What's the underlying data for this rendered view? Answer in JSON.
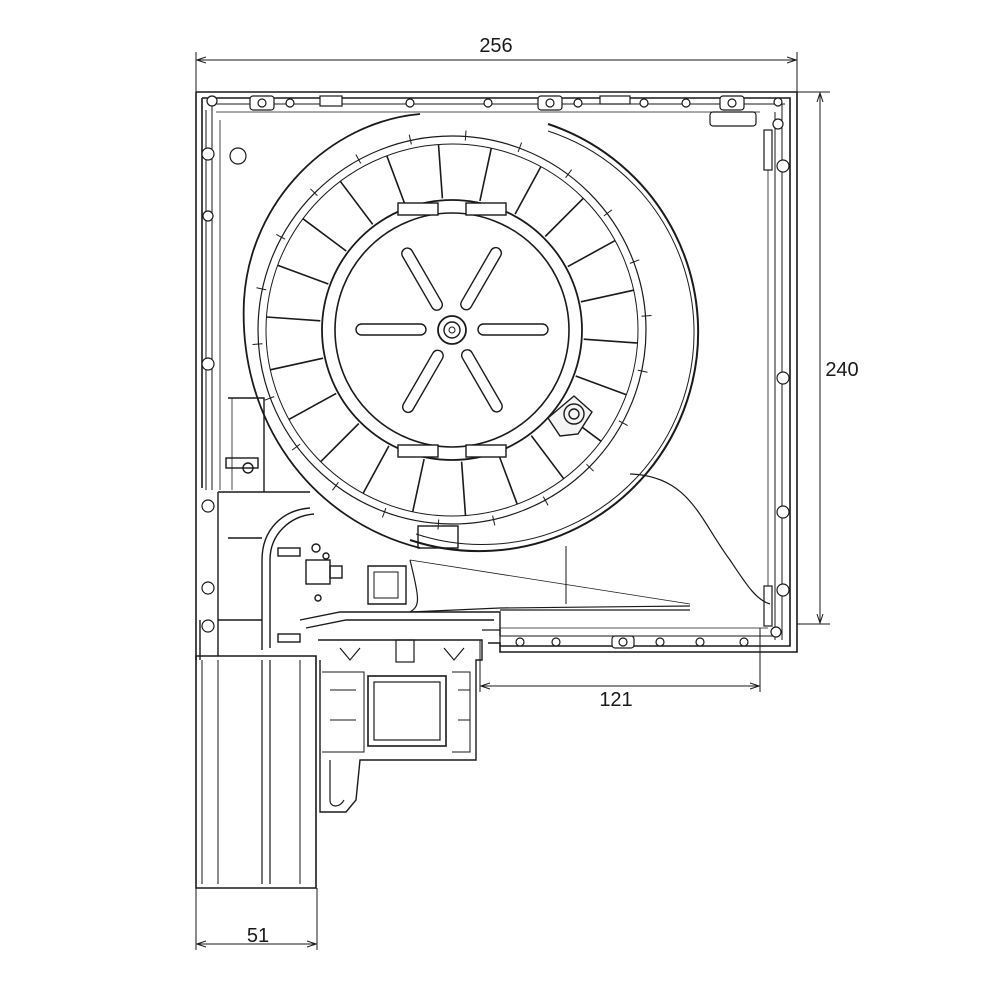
{
  "drawing": {
    "dimensions": {
      "top_width": "256",
      "right_height": "240",
      "inner_offset": "121",
      "bottom_width": "51"
    }
  },
  "colors": {
    "line": "#1a1a1a",
    "light_fill": "#f4f4f4",
    "background": "#ffffff"
  }
}
